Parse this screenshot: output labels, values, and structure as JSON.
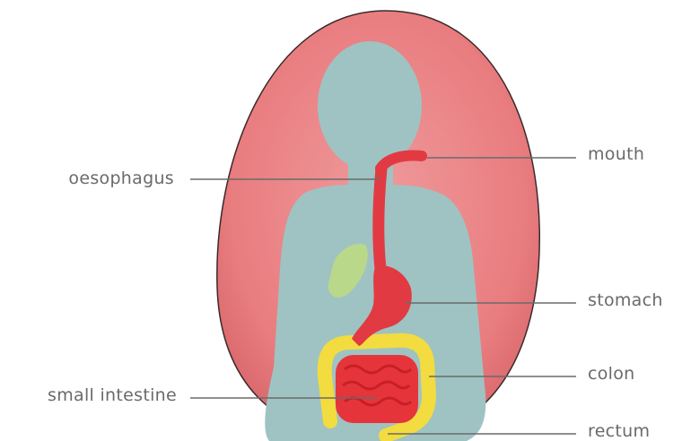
{
  "labels": {
    "mouth": "mouth",
    "oesophagus": "oesophagus",
    "stomach": "stomach",
    "colon": "colon",
    "small_intestine": "small intestine",
    "rectum": "rectum"
  },
  "colors": {
    "background_oval": "#e97d80",
    "body": "#9fc3c3",
    "digestive_tract": "#e23a43",
    "colon": "#f2dc3f",
    "liver": "#b9d88a",
    "leader_line": "#6a6a6a"
  }
}
